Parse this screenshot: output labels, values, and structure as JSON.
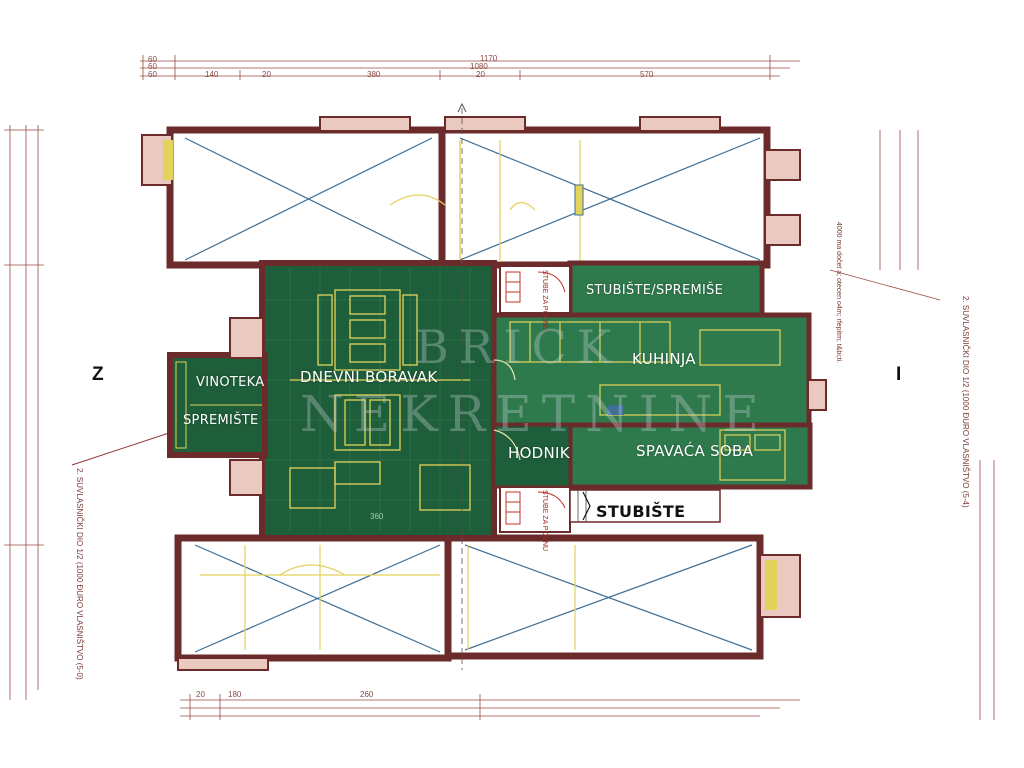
{
  "rooms": {
    "vinoteka": "VINOTEKA",
    "spremiste": "SPREMIŠTE",
    "dnevni_boravak": "DNEVNI BORAVAK",
    "stubiste_spremise": "STUBIŠTE/SPREMIŠE",
    "kuhinja": "KUHINJA",
    "hodnik": "HODNIK",
    "spavaca_soba": "SPAVAĆA SOBA",
    "stubiste": "STUBIŠTE"
  },
  "compass": {
    "west": "Z",
    "east": "I"
  },
  "watermark": {
    "line1": "BRICK",
    "line2": "NEKRETNINE"
  },
  "dimensions": {
    "top_row1": [
      "60",
      "1170"
    ],
    "top_row2": [
      "60",
      "1080"
    ],
    "top_row3": [
      "60",
      "140",
      "20",
      "380",
      "20",
      "570"
    ],
    "bottom_row": [
      "20",
      "180",
      "260"
    ],
    "living_width": "360"
  },
  "side_notes": {
    "left": "2. SUVLASNIČKI DIO 1/2 (1000 ĐURO VLASNIŠTVO (5-0)",
    "right": "2. SUVLASNIČKI DIO 1/2 (1000 ĐURO VLASNIŠTVO (5-4)",
    "right_small": "4000 ma dočet a; otecen o4m; rfepitm; t&bi;ti.",
    "stair_up": "STUBE ZA PODNU",
    "stair_down": "STUBE ZA PODNU"
  },
  "colors": {
    "wall": "#6b2b2b",
    "wall_fill": "#e9c9c0",
    "room_green": "#1e5e3a",
    "room_green_light": "#2f7a4c",
    "furniture_yellow": "#e3d35a",
    "cross_blue": "#3f6f96",
    "stair_red": "#c8302a"
  }
}
